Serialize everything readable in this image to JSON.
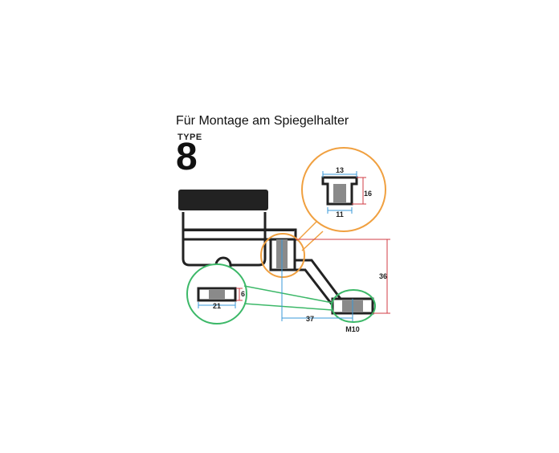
{
  "caption": "Für Montage am Spiegelhalter",
  "type_label": "TYPE",
  "type_number": "8",
  "dimensions": {
    "top_width": "13",
    "bottom_width": "11",
    "height_small": "16",
    "bushing_width": "21",
    "bushing_height": "6",
    "vertical_offset": "36",
    "horizontal_offset": "37",
    "thread": "M10"
  },
  "colors": {
    "outline": "#222222",
    "orange": "#f0a040",
    "green": "#3cb868",
    "red": "#d23c46",
    "blue": "#3a9ad8",
    "insert_gray": "#8a8a8a"
  }
}
